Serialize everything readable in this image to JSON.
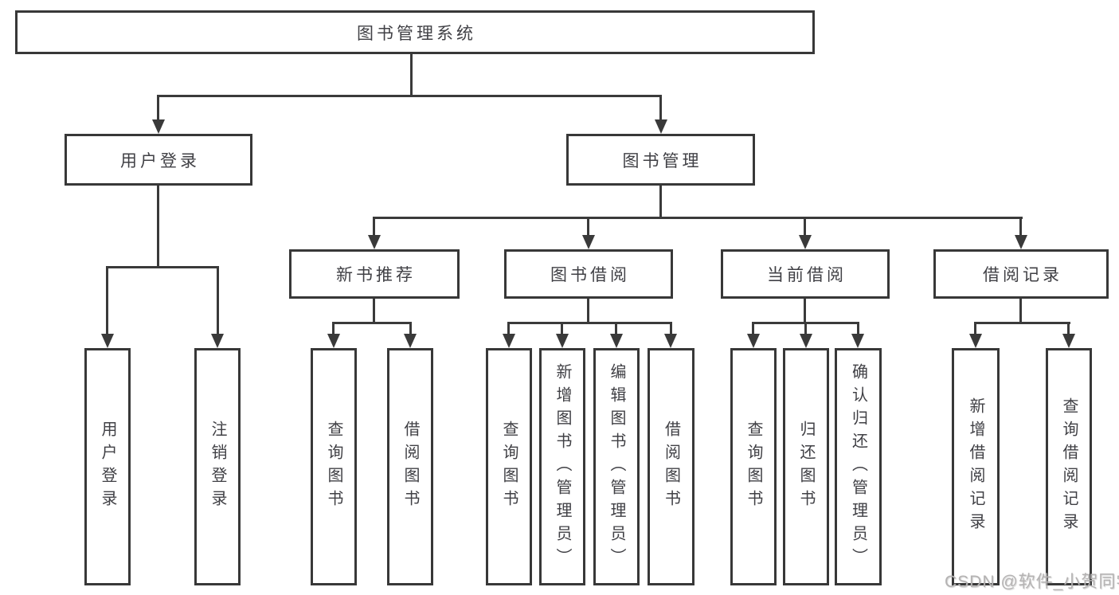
{
  "tree": {
    "label": "图书管理系统",
    "children": [
      {
        "label": "用户登录",
        "children": [
          {
            "label": "用户登录"
          },
          {
            "label": "注销登录"
          }
        ]
      },
      {
        "label": "图书管理",
        "children": [
          {
            "label": "新书推荐",
            "children": [
              {
                "label": "查询图书"
              },
              {
                "label": "借阅图书"
              }
            ]
          },
          {
            "label": "图书借阅",
            "children": [
              {
                "label": "查询图书"
              },
              {
                "label": "新增图书（管理员）"
              },
              {
                "label": "编辑图书（管理员）"
              },
              {
                "label": "借阅图书"
              }
            ]
          },
          {
            "label": "当前借阅",
            "children": [
              {
                "label": "查询图书"
              },
              {
                "label": "归还图书"
              },
              {
                "label": "确认归还（管理员）"
              }
            ]
          },
          {
            "label": "借阅记录",
            "children": [
              {
                "label": "新增借阅记录"
              },
              {
                "label": "查询借阅记录"
              }
            ]
          }
        ]
      }
    ]
  },
  "watermark": {
    "text": "CSDN @软件_小贺同学"
  },
  "colors": {
    "line": "#3a3a3a",
    "text": "#404045",
    "watermark": "#b5b3b3"
  }
}
